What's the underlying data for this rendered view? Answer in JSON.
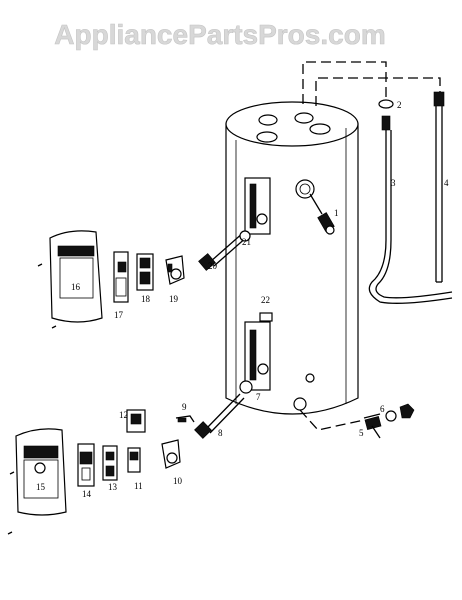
{
  "watermark": "AppliancePartsPros.com",
  "callouts": {
    "p1": "1",
    "p2": "2",
    "p3": "3",
    "p4": "4",
    "p5": "5",
    "p6": "6",
    "p7": "7",
    "p8": "8",
    "p9": "9",
    "p10": "10",
    "p11": "11",
    "p12": "12",
    "p13": "13",
    "p14": "14",
    "p15": "15",
    "p16": "16",
    "p17": "17",
    "p18": "18",
    "p19": "19",
    "p20": "20",
    "p21": "21",
    "p22": "22"
  }
}
